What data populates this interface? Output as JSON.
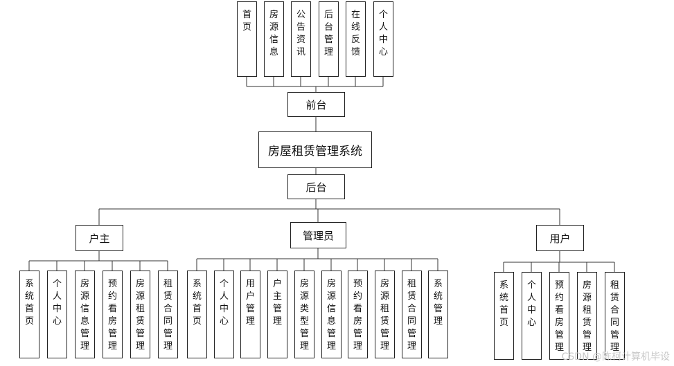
{
  "front": {
    "items": [
      "首页",
      "房源信息",
      "公告资讯",
      "后台管理",
      "在线反馈",
      "个人中心"
    ],
    "hub": "前台"
  },
  "root": "房屋租赁管理系统",
  "back": {
    "hub": "后台",
    "groups": [
      {
        "label": "户主",
        "items": [
          "系统首页",
          "个人中心",
          "房源信息管理",
          "预约看房管理",
          "房源租赁管理",
          "租赁合同管理"
        ]
      },
      {
        "label": "管理员",
        "items": [
          "系统首页",
          "个人中心",
          "用户管理",
          "户主管理",
          "房源类型管理",
          "房源信息管理",
          "预约看房管理",
          "房源租赁管理",
          "租赁合同管理",
          "系统管理"
        ]
      },
      {
        "label": "用户",
        "items": [
          "系统首页",
          "个人中心",
          "预约看房管理",
          "房源租赁管理",
          "租赁合同管理"
        ]
      }
    ]
  },
  "watermark": "CSDN @陈柯计算机毕设"
}
